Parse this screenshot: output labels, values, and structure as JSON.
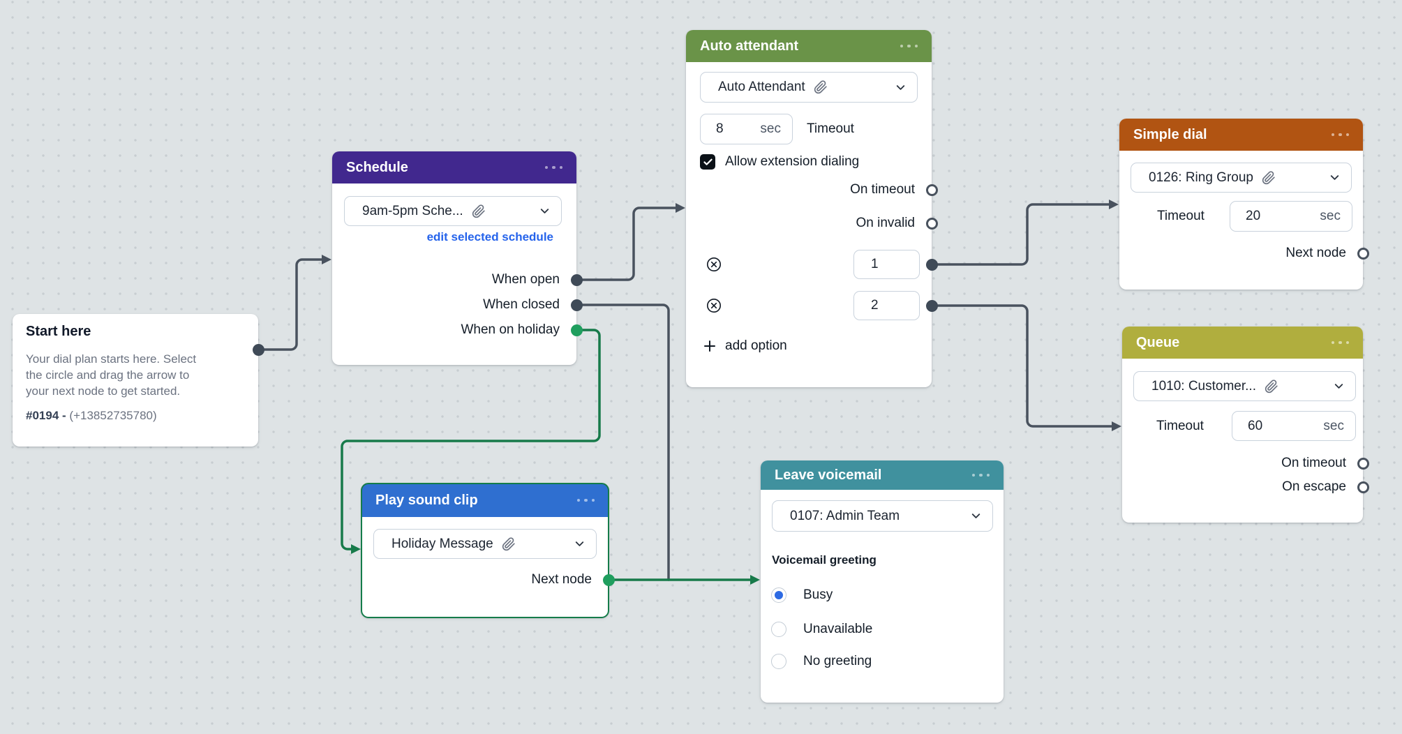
{
  "canvas": {
    "background": "#dee3e5",
    "dot_color": "#c7cdd1"
  },
  "colors": {
    "schedule_header": "#41288e",
    "auto_attendant_header": "#6a9348",
    "simple_dial_header": "#b15412",
    "queue_header": "#b0ae3e",
    "play_sound_clip_header": "#2f6fd0",
    "leave_voicemail_header": "#40919e",
    "wire_dark": "#49525e",
    "wire_green": "#177a4a",
    "link_blue": "#2563eb"
  },
  "nodes": {
    "start_here": {
      "title": "Start here",
      "body_line1": "Your dial plan starts here. Select",
      "body_line2": "the circle and drag the arrow to",
      "body_line3": "your next node to get started.",
      "plan_id": "#0194 -",
      "plan_number": "(+13852735780)"
    },
    "schedule": {
      "title": "Schedule",
      "select_value": "9am-5pm Sche...",
      "edit_link": "edit selected schedule",
      "ports": [
        {
          "label": "When open"
        },
        {
          "label": "When closed"
        },
        {
          "label": "When on holiday"
        }
      ]
    },
    "auto_attendant": {
      "title": "Auto attendant",
      "select_value": "Auto Attendant",
      "timeout_value": "8",
      "timeout_unit": "sec",
      "timeout_label": "Timeout",
      "checkbox_label": "Allow extension dialing",
      "on_timeout_label": "On timeout",
      "on_invalid_label": "On invalid",
      "options": [
        {
          "value": "1"
        },
        {
          "value": "2"
        }
      ],
      "add_option_label": "add option"
    },
    "simple_dial": {
      "title": "Simple dial",
      "select_value": "0126: Ring Group",
      "timeout_label": "Timeout",
      "timeout_value": "20",
      "timeout_unit": "sec",
      "next_node_label": "Next node"
    },
    "queue": {
      "title": "Queue",
      "select_value": "1010: Customer...",
      "timeout_label": "Timeout",
      "timeout_value": "60",
      "timeout_unit": "sec",
      "on_timeout_label": "On timeout",
      "on_escape_label": "On escape"
    },
    "play_sound_clip": {
      "title": "Play sound clip",
      "select_value": "Holiday Message",
      "next_node_label": "Next node"
    },
    "leave_voicemail": {
      "title": "Leave voicemail",
      "select_value": "0107: Admin Team",
      "greeting_label": "Voicemail greeting",
      "greetings": [
        {
          "label": "Busy",
          "selected": true
        },
        {
          "label": "Unavailable",
          "selected": false
        },
        {
          "label": "No greeting",
          "selected": false
        }
      ]
    }
  },
  "connections": [
    {
      "from": "start-here",
      "to": "schedule"
    },
    {
      "from": "schedule.when-open",
      "to": "auto-attendant"
    },
    {
      "from": "schedule.when-closed",
      "to": "leave-voicemail"
    },
    {
      "from": "schedule.when-on-holiday",
      "to": "play-sound-clip"
    },
    {
      "from": "play-sound-clip.next-node",
      "to": "leave-voicemail"
    },
    {
      "from": "auto-attendant.option-1",
      "to": "simple-dial"
    },
    {
      "from": "auto-attendant.option-2",
      "to": "queue"
    }
  ]
}
